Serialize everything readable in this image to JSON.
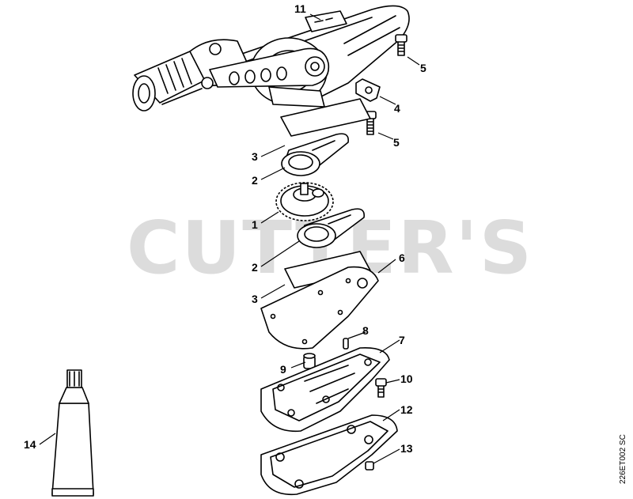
{
  "watermark": {
    "text": "CUTTER'S"
  },
  "document_code": "226ET002 SC",
  "callouts": {
    "c1": "1",
    "c2a": "2",
    "c2b": "2",
    "c3a": "3",
    "c3b": "3",
    "c4": "4",
    "c5a": "5",
    "c5b": "5",
    "c6": "6",
    "c7": "7",
    "c8": "8",
    "c9": "9",
    "c10": "10",
    "c11": "11",
    "c12": "12",
    "c13": "13",
    "c14": "14"
  },
  "colors": {
    "line": "#000000",
    "watermark": "#dcdcdc",
    "background": "#ffffff"
  }
}
